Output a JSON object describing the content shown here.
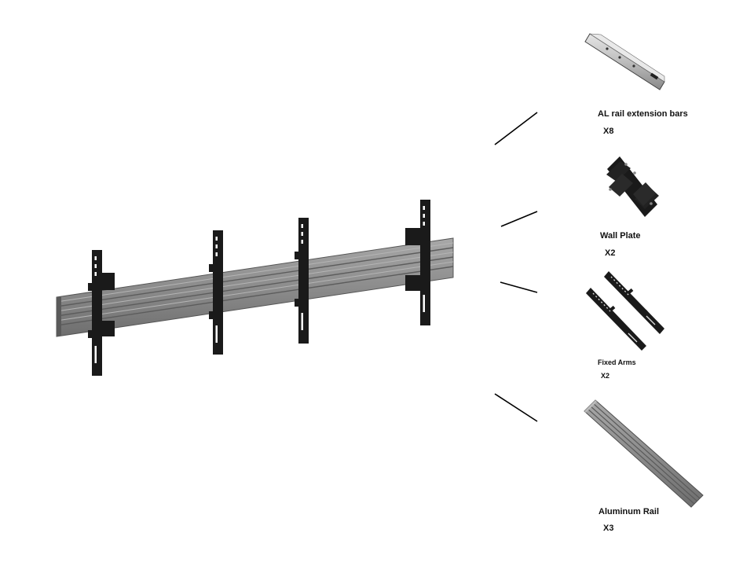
{
  "parts": [
    {
      "name": "AL rail extension bars",
      "qty": "X8"
    },
    {
      "name": "Wall Plate",
      "qty": "X2"
    },
    {
      "name": "Fixed Arms",
      "qty": "X2"
    },
    {
      "name": "Aluminum Rail",
      "qty": "X3"
    }
  ],
  "colors": {
    "rail_gray": "#8c8c8c",
    "rail_dark": "#6a6a6a",
    "bracket_black": "#1a1a1a",
    "extension_bar_silver": "#c8c8c8",
    "leader_line": "#000000"
  }
}
